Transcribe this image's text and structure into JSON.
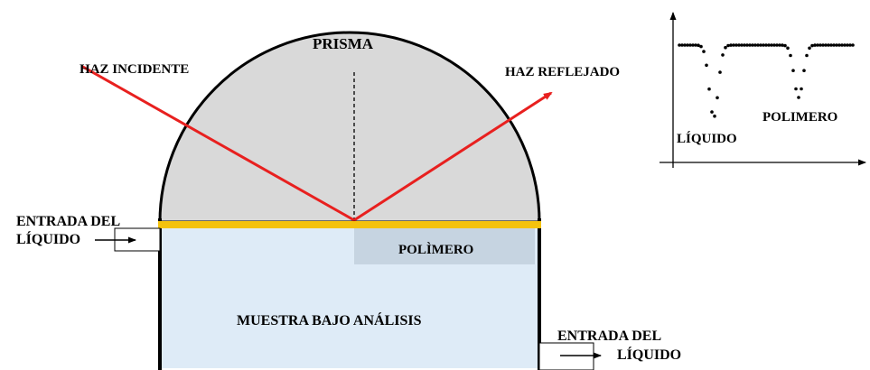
{
  "labels": {
    "prism": "PRISMA",
    "incident_beam": "HAZ INCIDENTE",
    "reflected_beam": "HAZ REFLEJADO",
    "polymer_layer": "POLÌMERO",
    "sample": "MUESTRA BAJO ANÁLISIS",
    "inlet_left_line1": "ENTRADA DEL",
    "inlet_left_line2": "LÍQUIDO",
    "inlet_right_line1": "ENTRADA DEL",
    "inlet_right_line2": "LÍQUIDO",
    "graph_liquid": "LÍQUIDO",
    "graph_polymer": "POLIMERO"
  },
  "colors": {
    "prism_fill": "#d9d9d9",
    "sample_fill": "#deebf7",
    "polymer_fill": "#c6d4e1",
    "gold_film": "#f4c20d",
    "beam": "#e8201f",
    "outline": "#000000"
  },
  "graph": {
    "type": "line",
    "style": "dotted",
    "baseline": 1.0,
    "dips": [
      {
        "label_key": "graph_liquid",
        "depth": 0.9
      },
      {
        "label_key": "graph_polymer",
        "depth": 0.65
      }
    ]
  }
}
